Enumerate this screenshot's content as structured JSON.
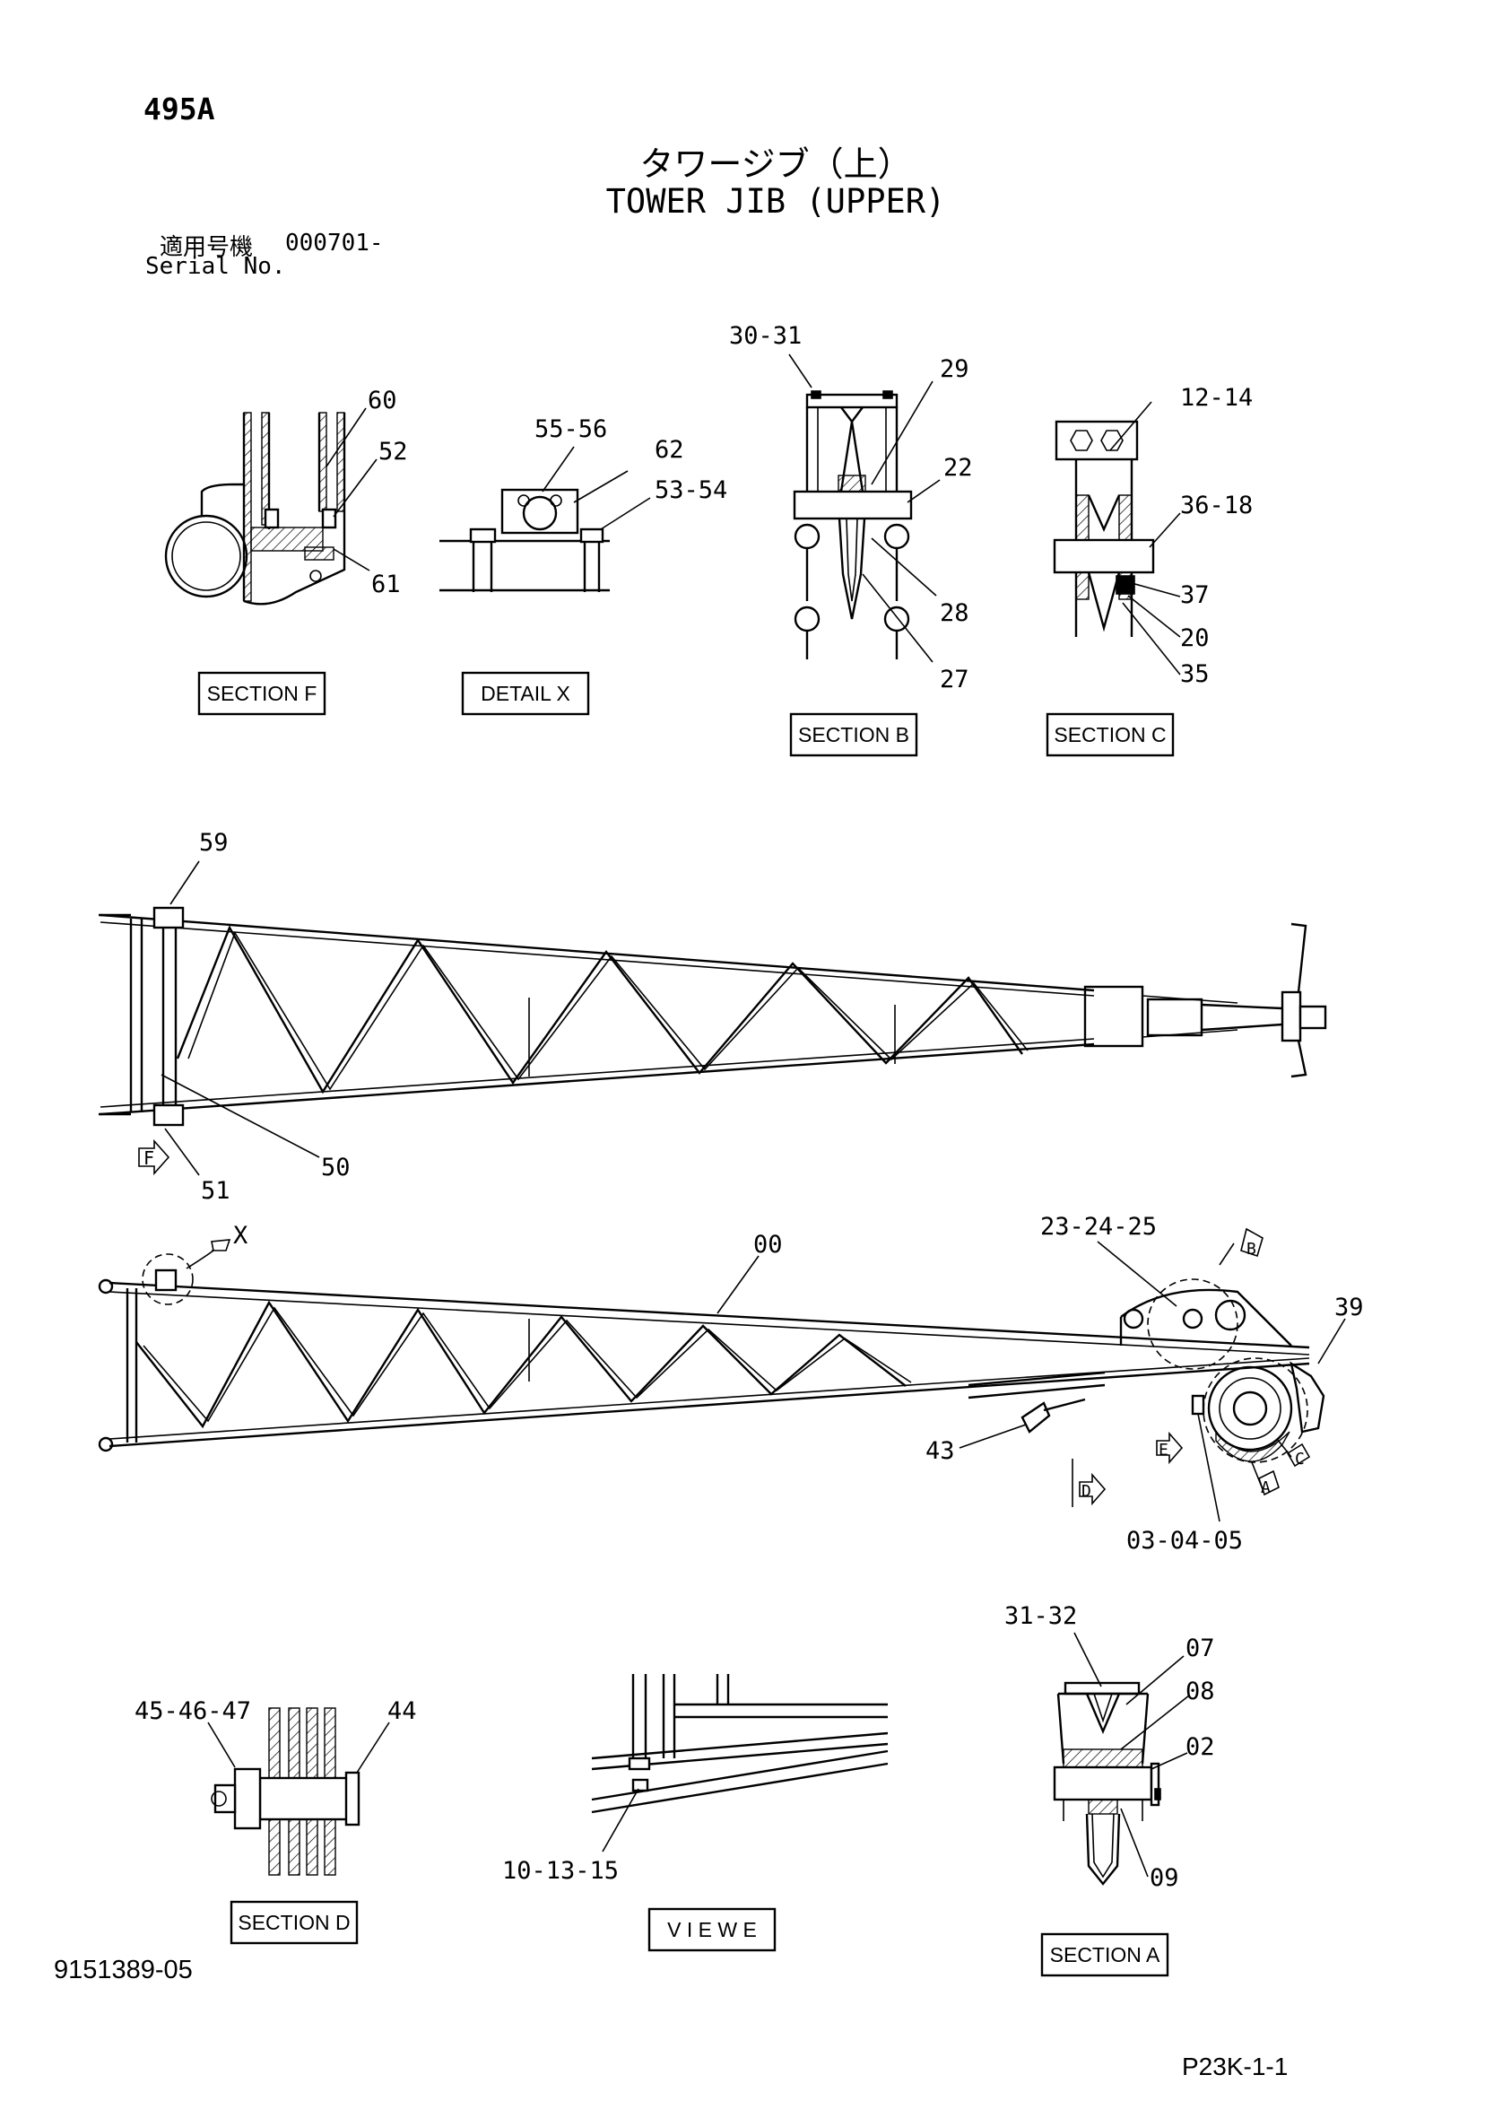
{
  "header": {
    "model_code": "495A",
    "title_jp": "タワージブ（上）",
    "title_en": "TOWER JIB (UPPER)",
    "serial_label_jp": "適用号機",
    "serial_label_en": "Serial No.",
    "serial_value": "000701-"
  },
  "footer": {
    "doc_number": "9151389-05",
    "page_code": "P23K-1-1"
  },
  "views": {
    "section_f": "SECTION F",
    "detail_x": "DETAIL X",
    "section_b": "SECTION B",
    "section_c": "SECTION C",
    "section_d": "SECTION D",
    "view_e": "V I E W  E",
    "section_a": "SECTION A"
  },
  "callouts": {
    "f_60": "60",
    "f_52": "52",
    "f_61": "61",
    "x_55_56": "55-56",
    "x_62": "62",
    "x_53_54": "53-54",
    "b_30_31": "30-31",
    "b_29": "29",
    "b_22": "22",
    "b_28": "28",
    "b_27": "27",
    "c_12_14": "12-14",
    "c_36_18": "36-18",
    "c_37": "37",
    "c_20": "20",
    "c_35": "35",
    "top_59": "59",
    "top_50": "50",
    "top_51": "51",
    "side_x": "X",
    "side_00": "00",
    "side_23_24_25": "23-24-25",
    "side_39": "39",
    "side_43": "43",
    "side_03_04_05": "03-04-05",
    "d_45_46_47": "45-46-47",
    "d_44": "44",
    "e_10_13_15": "10-13-15",
    "a_31_32": "31-32",
    "a_07": "07",
    "a_08": "08",
    "a_02": "02",
    "a_09": "09"
  },
  "view_markers": {
    "f": "F",
    "b": "B",
    "e": "E",
    "c": "C",
    "a": "A",
    "d": "D"
  }
}
